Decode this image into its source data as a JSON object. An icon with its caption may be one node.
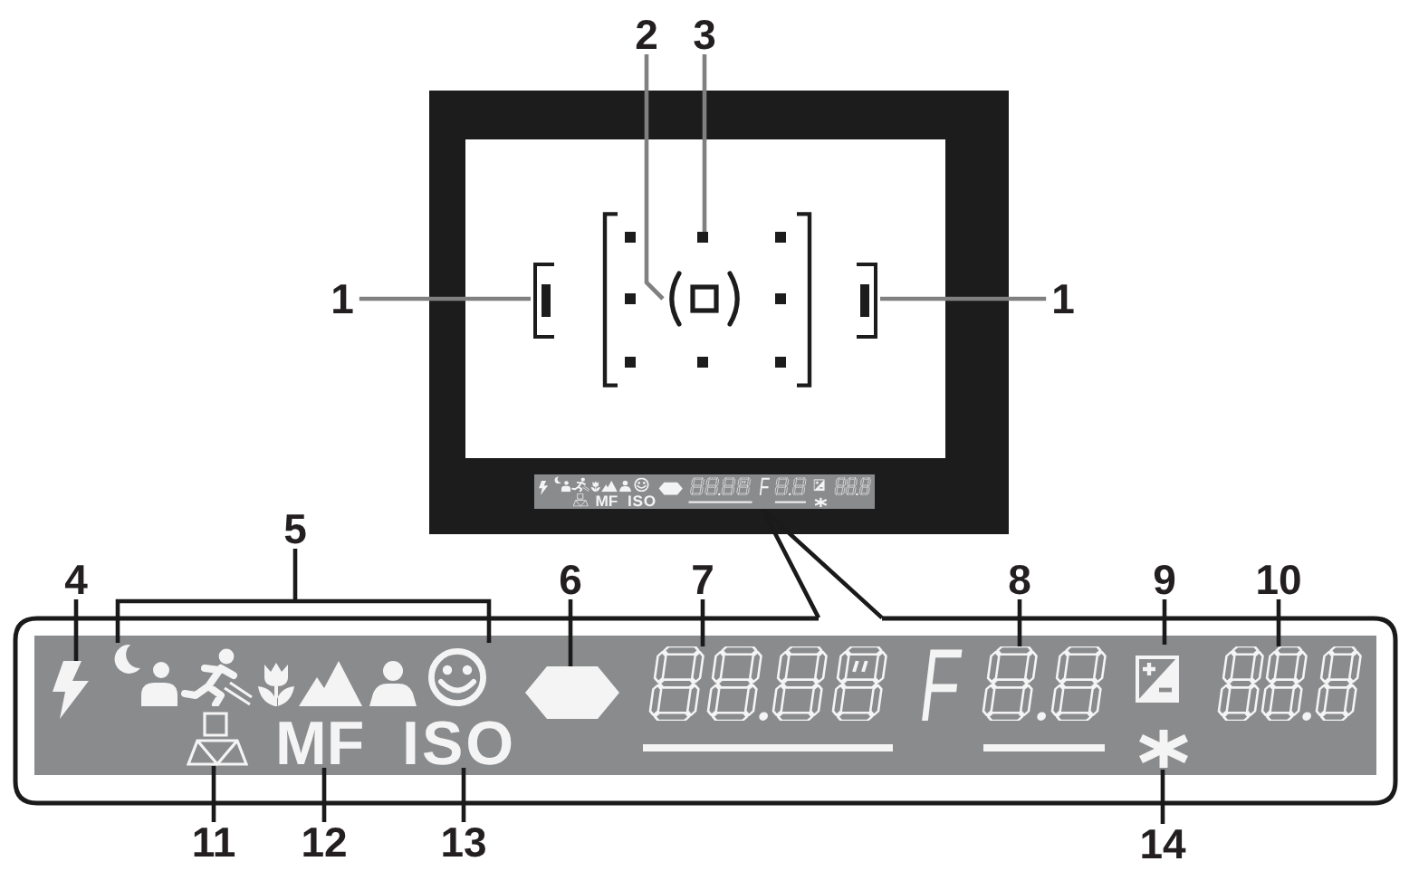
{
  "diagram": {
    "nodes": [
      {
        "text": [
          "2"
        ]
      },
      {
        "text": [
          "3"
        ]
      },
      {
        "text": [],
        "shape": "box"
      },
      {
        "text": [
          "1"
        ]
      },
      {
        "text": [],
        "shape": "bracket"
      },
      {
        "text": [],
        "shape": "box"
      },
      {
        "text": [],
        "shape": "bracket"
      },
      {
        "text": [
          "1"
        ]
      },
      {
        "text": [],
        "shape": "picture"
      },
      {
        "text": [
          "5"
        ]
      },
      {
        "text": [
          "4"
        ]
      },
      {
        "text": [
          "6"
        ]
      },
      {
        "text": [
          "7"
        ]
      },
      {
        "text": [
          "8"
        ]
      },
      {
        "text": [
          "9"
        ]
      },
      {
        "text": [
          "10"
        ]
      },
      {
        "text": [],
        "shape": "box"
      },
      {
        "text": [],
        "shape": "picture",
        "in": 16
      },
      {
        "text": [],
        "shape": "picture",
        "in": 16
      },
      {
        "text": [],
        "shape": "hexagon",
        "in": 16
      },
      {
        "text": [],
        "shape": "picture",
        "in": 16
      },
      {
        "text": [],
        "shape": "picture",
        "in": 16
      },
      {
        "text": [],
        "shape": "picture",
        "in": 16
      },
      {
        "text": [],
        "shape": "picture",
        "in": 16
      },
      {
        "text": [],
        "shape": "picture",
        "in": 16
      },
      {
        "text": [
          "MF"
        ],
        "in": 16
      },
      {
        "text": [
          "ISO"
        ],
        "in": 16
      },
      {
        "text": [],
        "shape": "picture",
        "in": 16
      },
      {
        "text": [
          "11"
        ]
      },
      {
        "text": [
          "12"
        ]
      },
      {
        "text": [
          "13"
        ]
      },
      {
        "text": [
          "14"
        ]
      }
    ],
    "edges": [
      {
        "from": 0,
        "to": 5,
        "arrow": "none",
        "color": "#808080"
      },
      {
        "from": 1,
        "to": 2,
        "arrow": "none",
        "color": "#808080"
      },
      {
        "from": 3,
        "to": 4,
        "arrow": "none",
        "color": "#808080"
      },
      {
        "from": 7,
        "to": 6,
        "arrow": "none",
        "color": "#808080"
      },
      {
        "from": 8,
        "to": 16,
        "arrow": "none"
      },
      {
        "from": 10,
        "to": 17,
        "arrow": "none"
      },
      {
        "from": 9,
        "to": 18,
        "arrow": "none"
      },
      {
        "from": 11,
        "to": 19,
        "arrow": "none"
      },
      {
        "from": 12,
        "to": 20,
        "arrow": "none"
      },
      {
        "from": 13,
        "to": 21,
        "arrow": "none"
      },
      {
        "from": 14,
        "to": 22,
        "arrow": "none"
      },
      {
        "from": 15,
        "to": 23,
        "arrow": "none"
      },
      {
        "from": 28,
        "to": 24,
        "arrow": "none"
      },
      {
        "from": 29,
        "to": 25,
        "arrow": "none"
      },
      {
        "from": 30,
        "to": 26,
        "arrow": "none"
      },
      {
        "from": 31,
        "to": 27,
        "arrow": "none"
      }
    ],
    "labels": [
      "F",
      "MF",
      "ISO",
      "F"
    ]
  }
}
